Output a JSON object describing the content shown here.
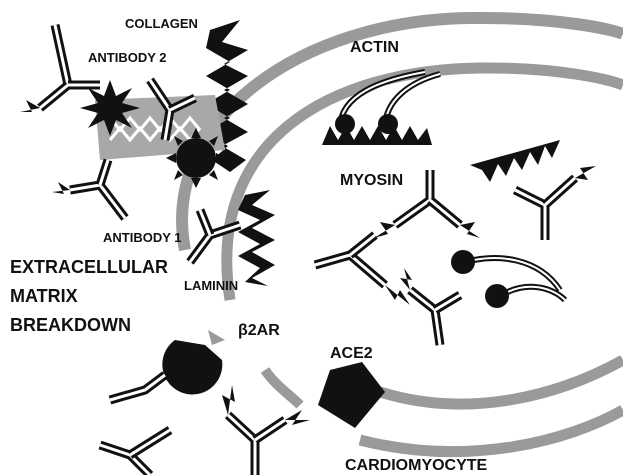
{
  "labels": {
    "collagen": "COLLAGEN",
    "antibody2": "ANTIBODY 2",
    "actin": "ACTIN",
    "myosin": "MYOSIN",
    "antibody1": "ANTIBODY 1",
    "ecm_line1": "EXTRACELLULAR",
    "ecm_line2": "MATRIX",
    "ecm_line3": "BREAKDOWN",
    "laminin": "LAMININ",
    "b2ar": "β2AR",
    "ace2": "ACE2",
    "cardiomyocyte": "CARDIOMYOCYTE"
  },
  "colors": {
    "ink": "#111111",
    "membrane": "#9a9a9a",
    "matrix_gray": "#a8a8a8",
    "background": "#ffffff"
  },
  "icons": [
    "antibody-icon",
    "collagen-fiber-icon",
    "laminin-fiber-icon",
    "actin-filament-icon",
    "myosin-head-icon",
    "receptor-icon",
    "cell-membrane-icon"
  ]
}
